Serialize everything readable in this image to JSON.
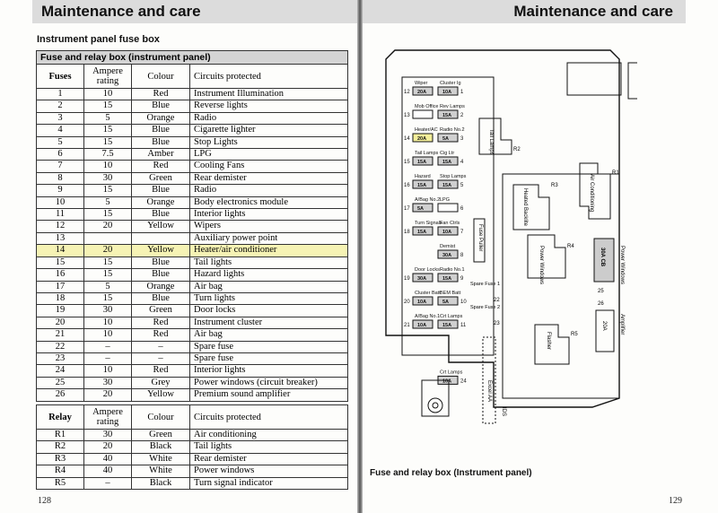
{
  "left_page": {
    "header": "Maintenance and care",
    "subtitle": "Instrument panel fuse box",
    "table_caption": "Fuse and relay box (instrument panel)",
    "fuse_headers": {
      "fuses": "Fuses",
      "ampere": "Ampere rating",
      "colour": "Colour",
      "circuits": "Circuits protected"
    },
    "fuses": [
      {
        "n": "1",
        "a": "10",
        "c": "Red",
        "p": "Instrument Illumination"
      },
      {
        "n": "2",
        "a": "15",
        "c": "Blue",
        "p": "Reverse lights"
      },
      {
        "n": "3",
        "a": "5",
        "c": "Orange",
        "p": "Radio"
      },
      {
        "n": "4",
        "a": "15",
        "c": "Blue",
        "p": "Cigarette lighter"
      },
      {
        "n": "5",
        "a": "15",
        "c": "Blue",
        "p": "Stop Lights"
      },
      {
        "n": "6",
        "a": "7.5",
        "c": "Amber",
        "p": "LPG"
      },
      {
        "n": "7",
        "a": "10",
        "c": "Red",
        "p": "Cooling Fans"
      },
      {
        "n": "8",
        "a": "30",
        "c": "Green",
        "p": "Rear demister"
      },
      {
        "n": "9",
        "a": "15",
        "c": "Blue",
        "p": "Radio"
      },
      {
        "n": "10",
        "a": "5",
        "c": "Orange",
        "p": "Body electronics module"
      },
      {
        "n": "11",
        "a": "15",
        "c": "Blue",
        "p": "Interior lights"
      },
      {
        "n": "12",
        "a": "20",
        "c": "Yellow",
        "p": "Wipers"
      },
      {
        "n": "13",
        "a": "",
        "c": "",
        "p": "Auxiliary power point"
      },
      {
        "n": "14",
        "a": "20",
        "c": "Yellow",
        "p": "Heater/air conditioner"
      },
      {
        "n": "15",
        "a": "15",
        "c": "Blue",
        "p": "Tail lights"
      },
      {
        "n": "16",
        "a": "15",
        "c": "Blue",
        "p": "Hazard lights"
      },
      {
        "n": "17",
        "a": "5",
        "c": "Orange",
        "p": "Air bag"
      },
      {
        "n": "18",
        "a": "15",
        "c": "Blue",
        "p": "Turn lights"
      },
      {
        "n": "19",
        "a": "30",
        "c": "Green",
        "p": "Door locks"
      },
      {
        "n": "20",
        "a": "10",
        "c": "Red",
        "p": "Instrument cluster"
      },
      {
        "n": "21",
        "a": "10",
        "c": "Red",
        "p": "Air bag"
      },
      {
        "n": "22",
        "a": "–",
        "c": "–",
        "p": "Spare fuse"
      },
      {
        "n": "23",
        "a": "–",
        "c": "–",
        "p": "Spare fuse"
      },
      {
        "n": "24",
        "a": "10",
        "c": "Red",
        "p": "Interior lights"
      },
      {
        "n": "25",
        "a": "30",
        "c": "Grey",
        "p": "Power windows (circuit breaker)"
      },
      {
        "n": "26",
        "a": "20",
        "c": "Yellow",
        "p": "Premium sound amplifier"
      }
    ],
    "relay_headers": {
      "relay": "Relay",
      "ampere": "Ampere rating",
      "colour": "Colour",
      "circuits": "Circuits protected"
    },
    "relays": [
      {
        "n": "R1",
        "a": "30",
        "c": "Green",
        "p": "Air conditioning"
      },
      {
        "n": "R2",
        "a": "20",
        "c": "Black",
        "p": "Tail lights"
      },
      {
        "n": "R3",
        "a": "40",
        "c": "White",
        "p": "Rear demister"
      },
      {
        "n": "R4",
        "a": "40",
        "c": "White",
        "p": "Power windows"
      },
      {
        "n": "R5",
        "a": "–",
        "c": "Black",
        "p": "Turn signal indicator"
      }
    ],
    "page_number": "128"
  },
  "right_page": {
    "header": "Maintenance and care",
    "diagram": {
      "fuse_labels": [
        {
          "num": "12",
          "top": "Wiper",
          "val": "20A"
        },
        {
          "num": "1",
          "top": "Cluster Ig",
          "val": "10A"
        },
        {
          "num": "13",
          "top": "Mob Office",
          "val": ""
        },
        {
          "num": "2",
          "top": "Rev Lamps",
          "val": "15A"
        },
        {
          "num": "14",
          "top": "Heater/AC",
          "val": "20A"
        },
        {
          "num": "3",
          "top": "Radio No.2",
          "val": "5A"
        },
        {
          "num": "15",
          "top": "Tail Lamps",
          "val": "15A"
        },
        {
          "num": "4",
          "top": "Cig Ltr",
          "val": "15A"
        },
        {
          "num": "16",
          "top": "Hazard",
          "val": "15A"
        },
        {
          "num": "5",
          "top": "Stop Lamps",
          "val": "15A"
        },
        {
          "num": "17",
          "top": "A/Bag No.2",
          "val": "5A"
        },
        {
          "num": "6",
          "top": "LPG",
          "val": ""
        },
        {
          "num": "18",
          "top": "Turn Signals",
          "val": "15A"
        },
        {
          "num": "7",
          "top": "Fan Ctrls",
          "val": "10A"
        },
        {
          "num": "8",
          "top": "Demist",
          "val": "30A"
        },
        {
          "num": "19",
          "top": "Door Locks",
          "val": "30A"
        },
        {
          "num": "9",
          "top": "Radio No.1",
          "val": "15A"
        },
        {
          "num": "20",
          "top": "Cluster Batt",
          "val": "10A"
        },
        {
          "num": "10",
          "top": "BEM Batt",
          "val": "5A"
        },
        {
          "num": "21",
          "top": "A/Bag No.1",
          "val": "10A"
        },
        {
          "num": "11",
          "top": "Crt Lamps",
          "val": "15A"
        },
        {
          "num": "24",
          "top": "Crt Lamps",
          "val": "10A"
        }
      ],
      "relays": {
        "r1": "R1",
        "r1_text": "Air Conditioning",
        "r2": "R2",
        "r2_text": "Tail Lamps",
        "r3": "R3",
        "r3_text": "Heated Backlite",
        "r4": "R4",
        "r4_text": "Power Windows",
        "r5": "R5",
        "r5_text": "Flasher"
      },
      "spare1": "Spare Fuse 1",
      "spare2": "Spare Fuse 2",
      "fuse_puller": "Fuse Puller",
      "cb": "30A CB",
      "power_windows": "Power Windows",
      "amplifier": "Amplifier",
      "amp_fuse": "20A",
      "amp_num": "26",
      "pw_num": "25",
      "num22": "22",
      "num23": "23",
      "excel_aa": "Excel AA",
      "ids": "IDS"
    },
    "caption": "Fuse and relay box (Instrument panel)",
    "page_number": "129"
  }
}
